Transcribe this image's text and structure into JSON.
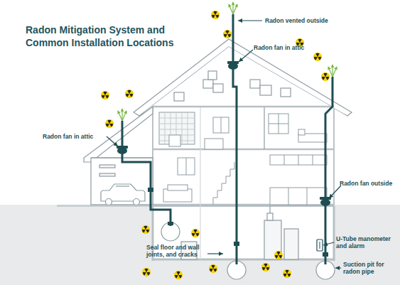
{
  "diagram": {
    "title": "Radon Mitigation System and Common Installation Locations",
    "labels": [
      "Radon vented outside",
      "Radon fan in attic",
      "Radon fan in attic",
      "Radon fan outside",
      "U-Tube manometer and alarm",
      "Seal floor and wall joints, and cracks",
      "Suction pit for radon pipe"
    ]
  }
}
